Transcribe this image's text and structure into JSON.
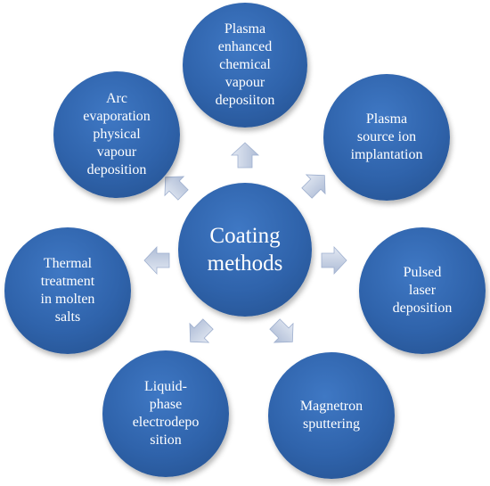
{
  "colors": {
    "node_fill": "#2f63ab",
    "node_text": "#ffffff",
    "arrow_fill": "#c9d3e6",
    "background": "#ffffff"
  },
  "center": {
    "label": "Coating\nmethods"
  },
  "nodes": [
    {
      "id": "pecvd",
      "label": "Plasma\nenhanced\nchemical\nvapour\ndeposiiton"
    },
    {
      "id": "psii",
      "label": "Plasma\nsource ion\nimplantation"
    },
    {
      "id": "pld",
      "label": "Pulsed\nlaser\ndeposition"
    },
    {
      "id": "magnetron",
      "label": "Magnetron\nsputtering"
    },
    {
      "id": "liquid",
      "label": "Liquid-\nphase\nelectrodepo\nsition"
    },
    {
      "id": "thermal",
      "label": "Thermal\ntreatment\nin molten\nsalts"
    },
    {
      "id": "arc",
      "label": "Arc\nevaporation\nphysical\nvapour\ndeposition"
    }
  ]
}
